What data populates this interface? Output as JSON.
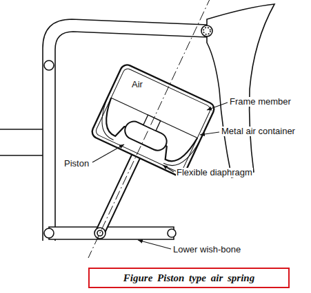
{
  "diagram": {
    "caption": "Figure Piston type air spring",
    "labels": [
      "Air",
      "Frame member",
      "Metal air container",
      "Piston",
      "Flexible diaphragm",
      "Lower wish-bone"
    ]
  }
}
